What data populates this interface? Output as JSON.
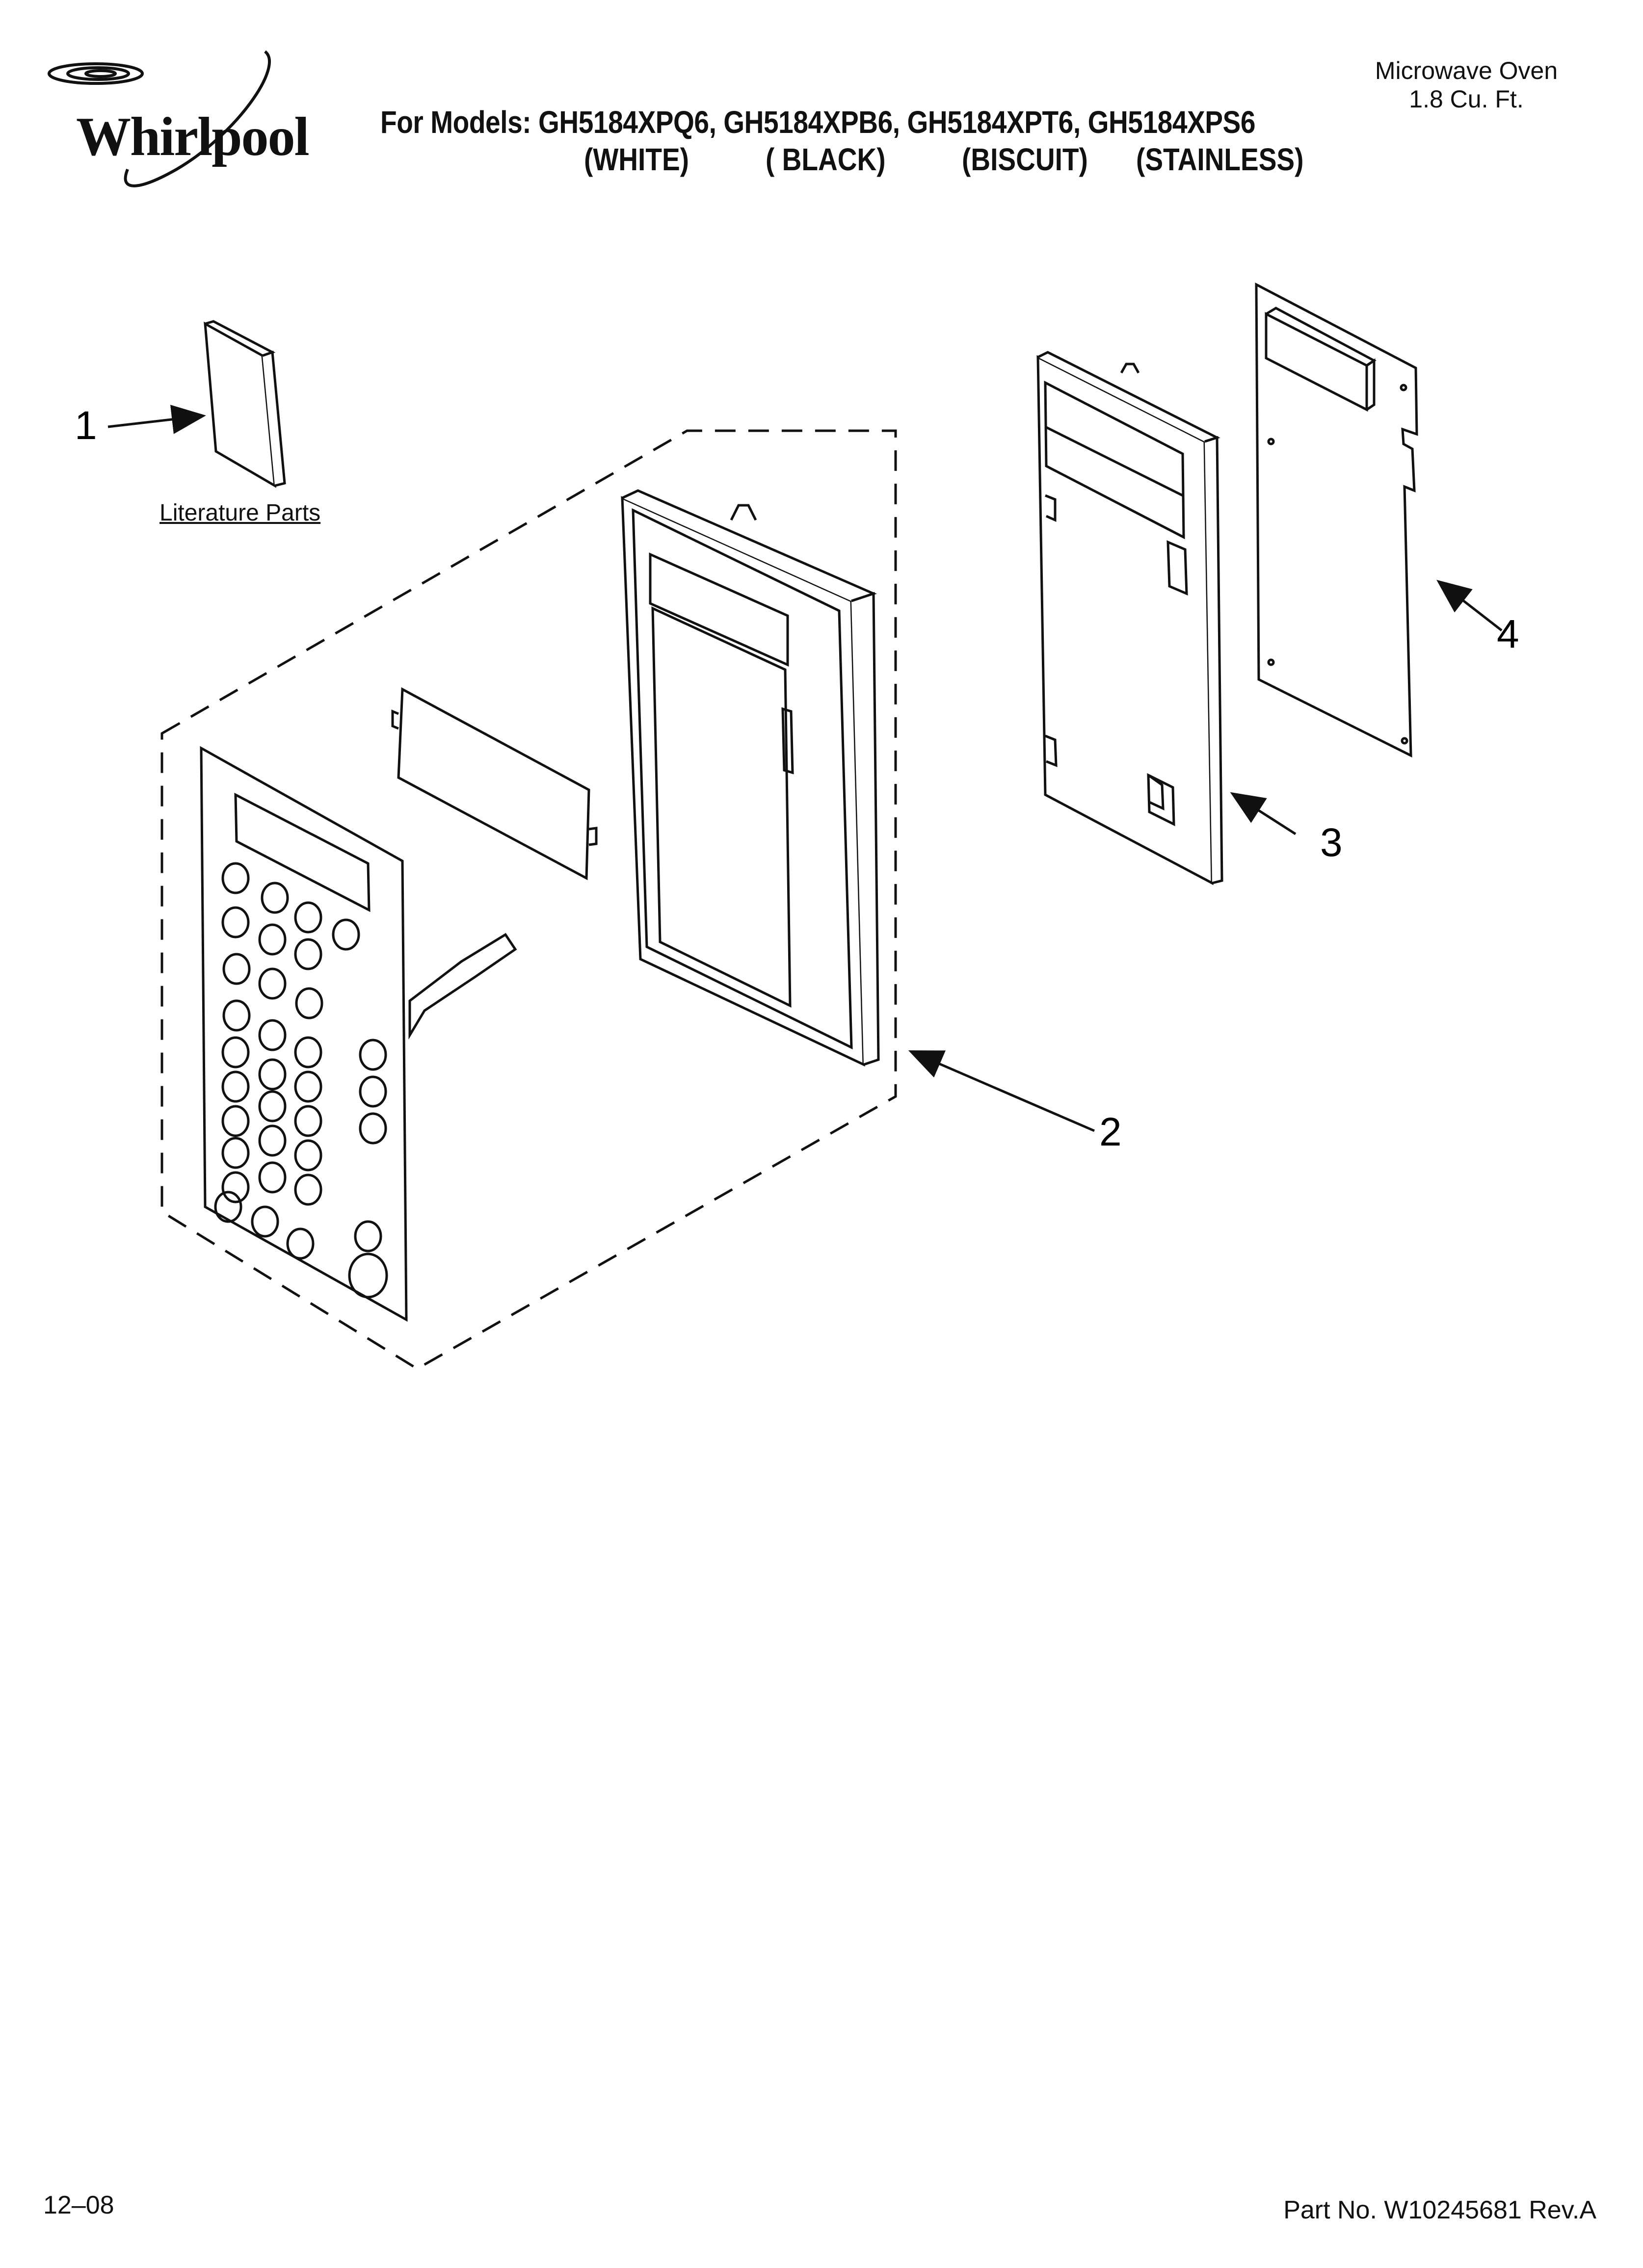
{
  "header": {
    "brand": "Whirlpool",
    "models_line": "For Models: GH5184XPQ6, GH5184XPB6, GH5184XPT6, GH5184XPS6",
    "colors": [
      "(WHITE)",
      "( BLACK)",
      "(BISCUIT)",
      "(STAINLESS)"
    ],
    "product_name": "Microwave Oven",
    "capacity": "1.8 Cu. Ft."
  },
  "diagram": {
    "callouts": [
      "1",
      "2",
      "3",
      "4"
    ],
    "literature_label": "Literature Parts"
  },
  "footer": {
    "date": "12–08",
    "part_number": "Part No. W10245681 Rev.A"
  }
}
